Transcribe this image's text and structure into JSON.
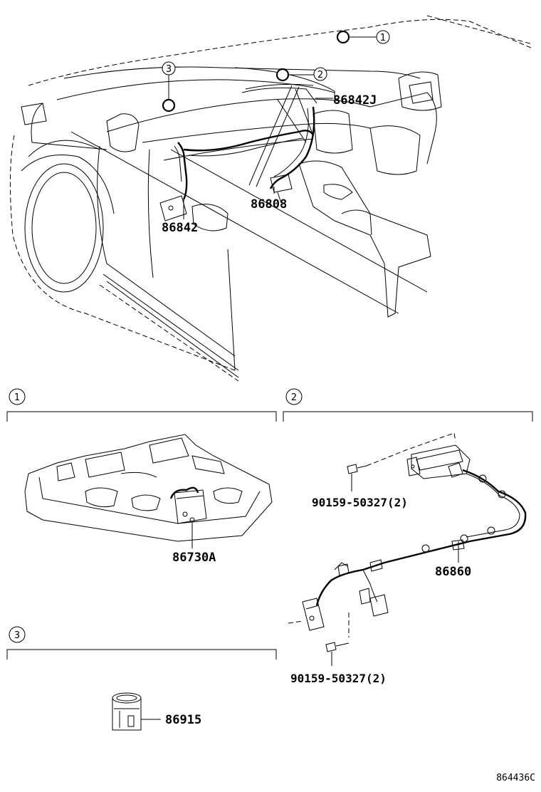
{
  "diagram_id": "864436C",
  "callouts": [
    {
      "number": "1"
    },
    {
      "number": "2"
    },
    {
      "number": "3"
    }
  ],
  "main_view_parts": {
    "p86842J": "86842J",
    "p86808": "86808",
    "p86842": "86842"
  },
  "section_1": {
    "number": "1",
    "parts": {
      "p86730A": "86730A"
    }
  },
  "section_2": {
    "number": "2",
    "parts": {
      "bolt_top": "90159-50327(2)",
      "harness": "86860",
      "bolt_bottom": "90159-50327(2)"
    }
  },
  "section_3": {
    "number": "3",
    "parts": {
      "p86915": "86915"
    }
  }
}
